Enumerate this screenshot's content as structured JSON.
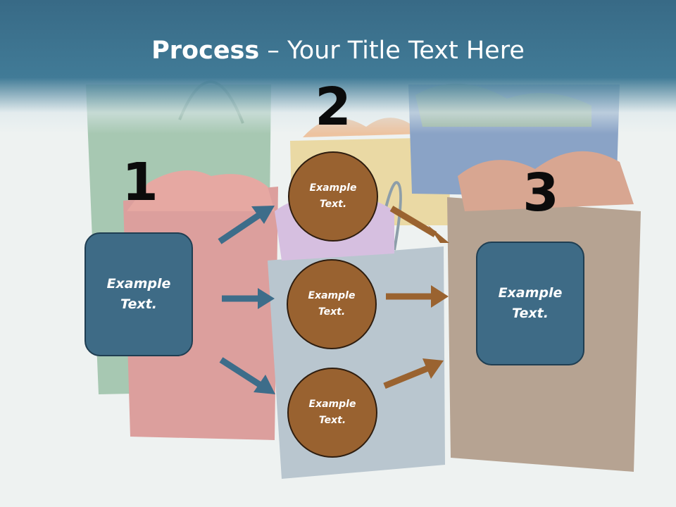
{
  "title": {
    "bold": "Process",
    "rest": " – Your Title Text Here"
  },
  "steps": {
    "one": "1",
    "two": "2",
    "three": "3"
  },
  "left_box": {
    "line1": "Example",
    "line2": "Text."
  },
  "circles": [
    {
      "line1": "Example",
      "line2": "Text."
    },
    {
      "line1": "Example",
      "line2": "Text."
    },
    {
      "line1": "Example",
      "line2": "Text."
    }
  ],
  "right_box": {
    "line1": "Example",
    "line2": "Text."
  },
  "colors": {
    "title_band": "#386a86",
    "box": "#3e6b86",
    "circle": "#996230",
    "arrow_blue": "#3d6d8a",
    "arrow_brown": "#9a6330"
  }
}
